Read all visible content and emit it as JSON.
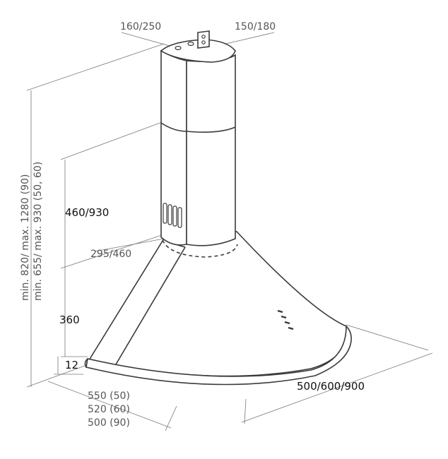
{
  "labels": {
    "outlet_diameter": "160/250",
    "outlet_depth": "150/180",
    "chimney_height": "460/930",
    "chimney_base": "295/460",
    "hood_height": "360",
    "rim_height": "12",
    "width": "500/600/900",
    "depth_50": "550 (50)",
    "depth_60": "520 (60)",
    "depth_90": "500 (90)",
    "total_height_line1": "min. 820/ max. 1280 (90)",
    "total_height_line2": "min. 655/ max. 930 (50, 60)"
  },
  "colors": {
    "outline": "#3a3a3a",
    "dimension": "#777777",
    "text": "#555555",
    "text_strong": "#111111"
  }
}
